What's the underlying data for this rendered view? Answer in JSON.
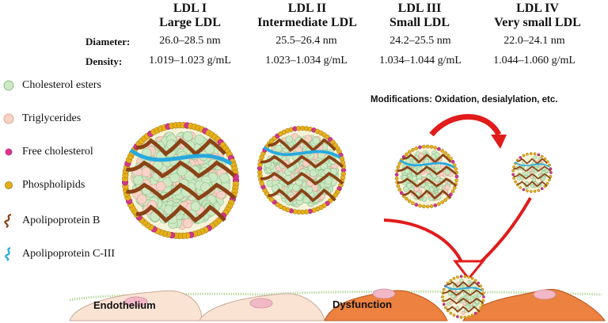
{
  "columns": [
    {
      "roman": "LDL I",
      "name": "Large LDL",
      "diameter": "26.0–28.5 nm",
      "density": "1.019–1.023 g/mL"
    },
    {
      "roman": "LDL II",
      "name": "Intermediate LDL",
      "diameter": "25.5–26.4 nm",
      "density": "1.023–1.034 g/mL"
    },
    {
      "roman": "LDL III",
      "name": "Small LDL",
      "diameter": "24.2–25.5 nm",
      "density": "1.034–1.044 g/mL"
    },
    {
      "roman": "LDL IV",
      "name": "Very small LDL",
      "diameter": "22.0–24.1 nm",
      "density": "1.044–1.060 g/mL"
    }
  ],
  "row_labels": {
    "diameter": "Diameter:",
    "density": "Density:"
  },
  "legend": [
    {
      "label": "Cholesterol esters",
      "icon": "green-sphere-icon"
    },
    {
      "label": "Triglycerides",
      "icon": "pink-sphere-icon"
    },
    {
      "label": "Free cholesterol",
      "icon": "magenta-dot-icon"
    },
    {
      "label": "Phospholipids",
      "icon": "yellow-dot-icon"
    },
    {
      "label": "Apolipoprotein B",
      "icon": "brown-ribbon-icon"
    },
    {
      "label": "Apolipoprotein C-III",
      "icon": "blue-ribbon-icon"
    }
  ],
  "modifications": "Modifications: Oxidation, desialylation, etc.",
  "cells": {
    "endothelium": "Endothelium",
    "dysfunction": "Dysfunction"
  },
  "colors": {
    "core_green": "#cde9c4",
    "triglyceride_pink": "#f6d3c7",
    "free_chol": "#d3358f",
    "phospholipid": "#e6b01a",
    "apob": "#8a4316",
    "apoc3": "#27a9de",
    "arrow_red": "#e21b1b",
    "cell_normal": "#fbe3d4",
    "cell_dysfunction": "#ec8140"
  }
}
